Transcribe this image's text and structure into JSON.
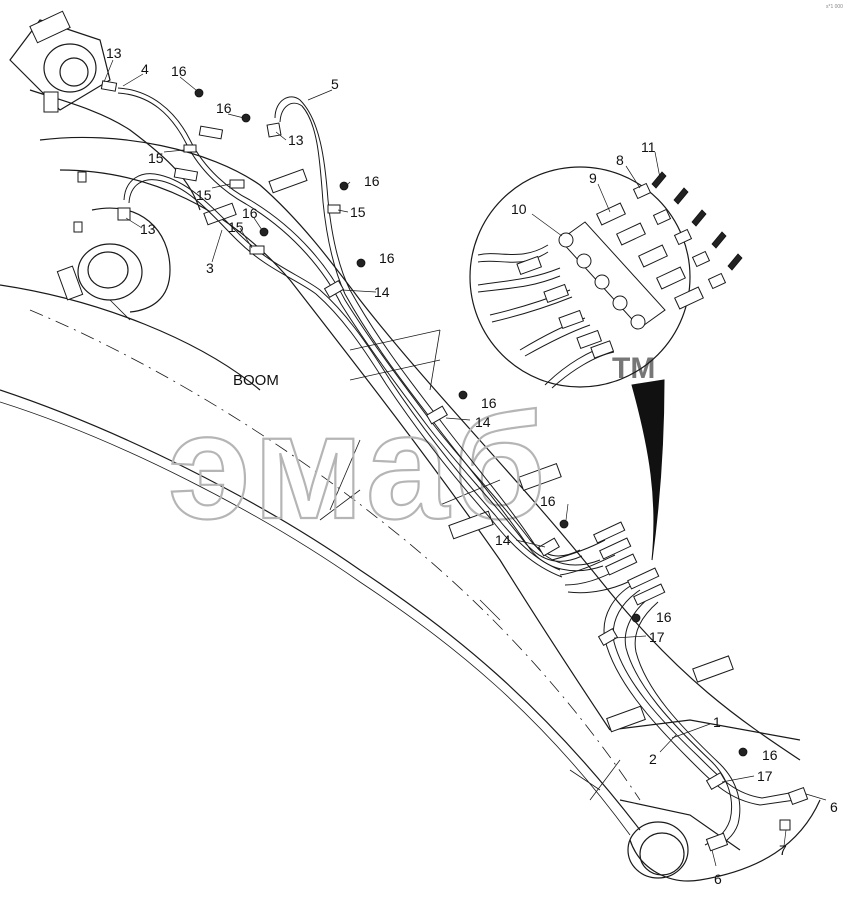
{
  "corner_code": "s*1 000",
  "boom_label": "BOOM",
  "watermark": {
    "text": "эмаб",
    "tm": "TM"
  },
  "callouts": {
    "c13a": "13",
    "c4": "4",
    "c16a": "16",
    "c16b": "16",
    "c5": "5",
    "c13b": "13",
    "c15a": "15",
    "c15b": "15",
    "c16c": "16",
    "c15c": "15",
    "c13c": "13",
    "c16d": "16",
    "c15d": "15",
    "c3": "3",
    "c16e": "16",
    "c14a": "14",
    "c16f": "16",
    "c14b": "14",
    "c16g": "16",
    "c14c": "14",
    "c16h": "16",
    "c17a": "17",
    "c1": "1",
    "c2": "2",
    "c16i": "16",
    "c17b": "17",
    "c6a": "6",
    "c7": "7",
    "c6b": "6",
    "c11": "11",
    "c8": "8",
    "c9": "9",
    "c10": "10"
  }
}
